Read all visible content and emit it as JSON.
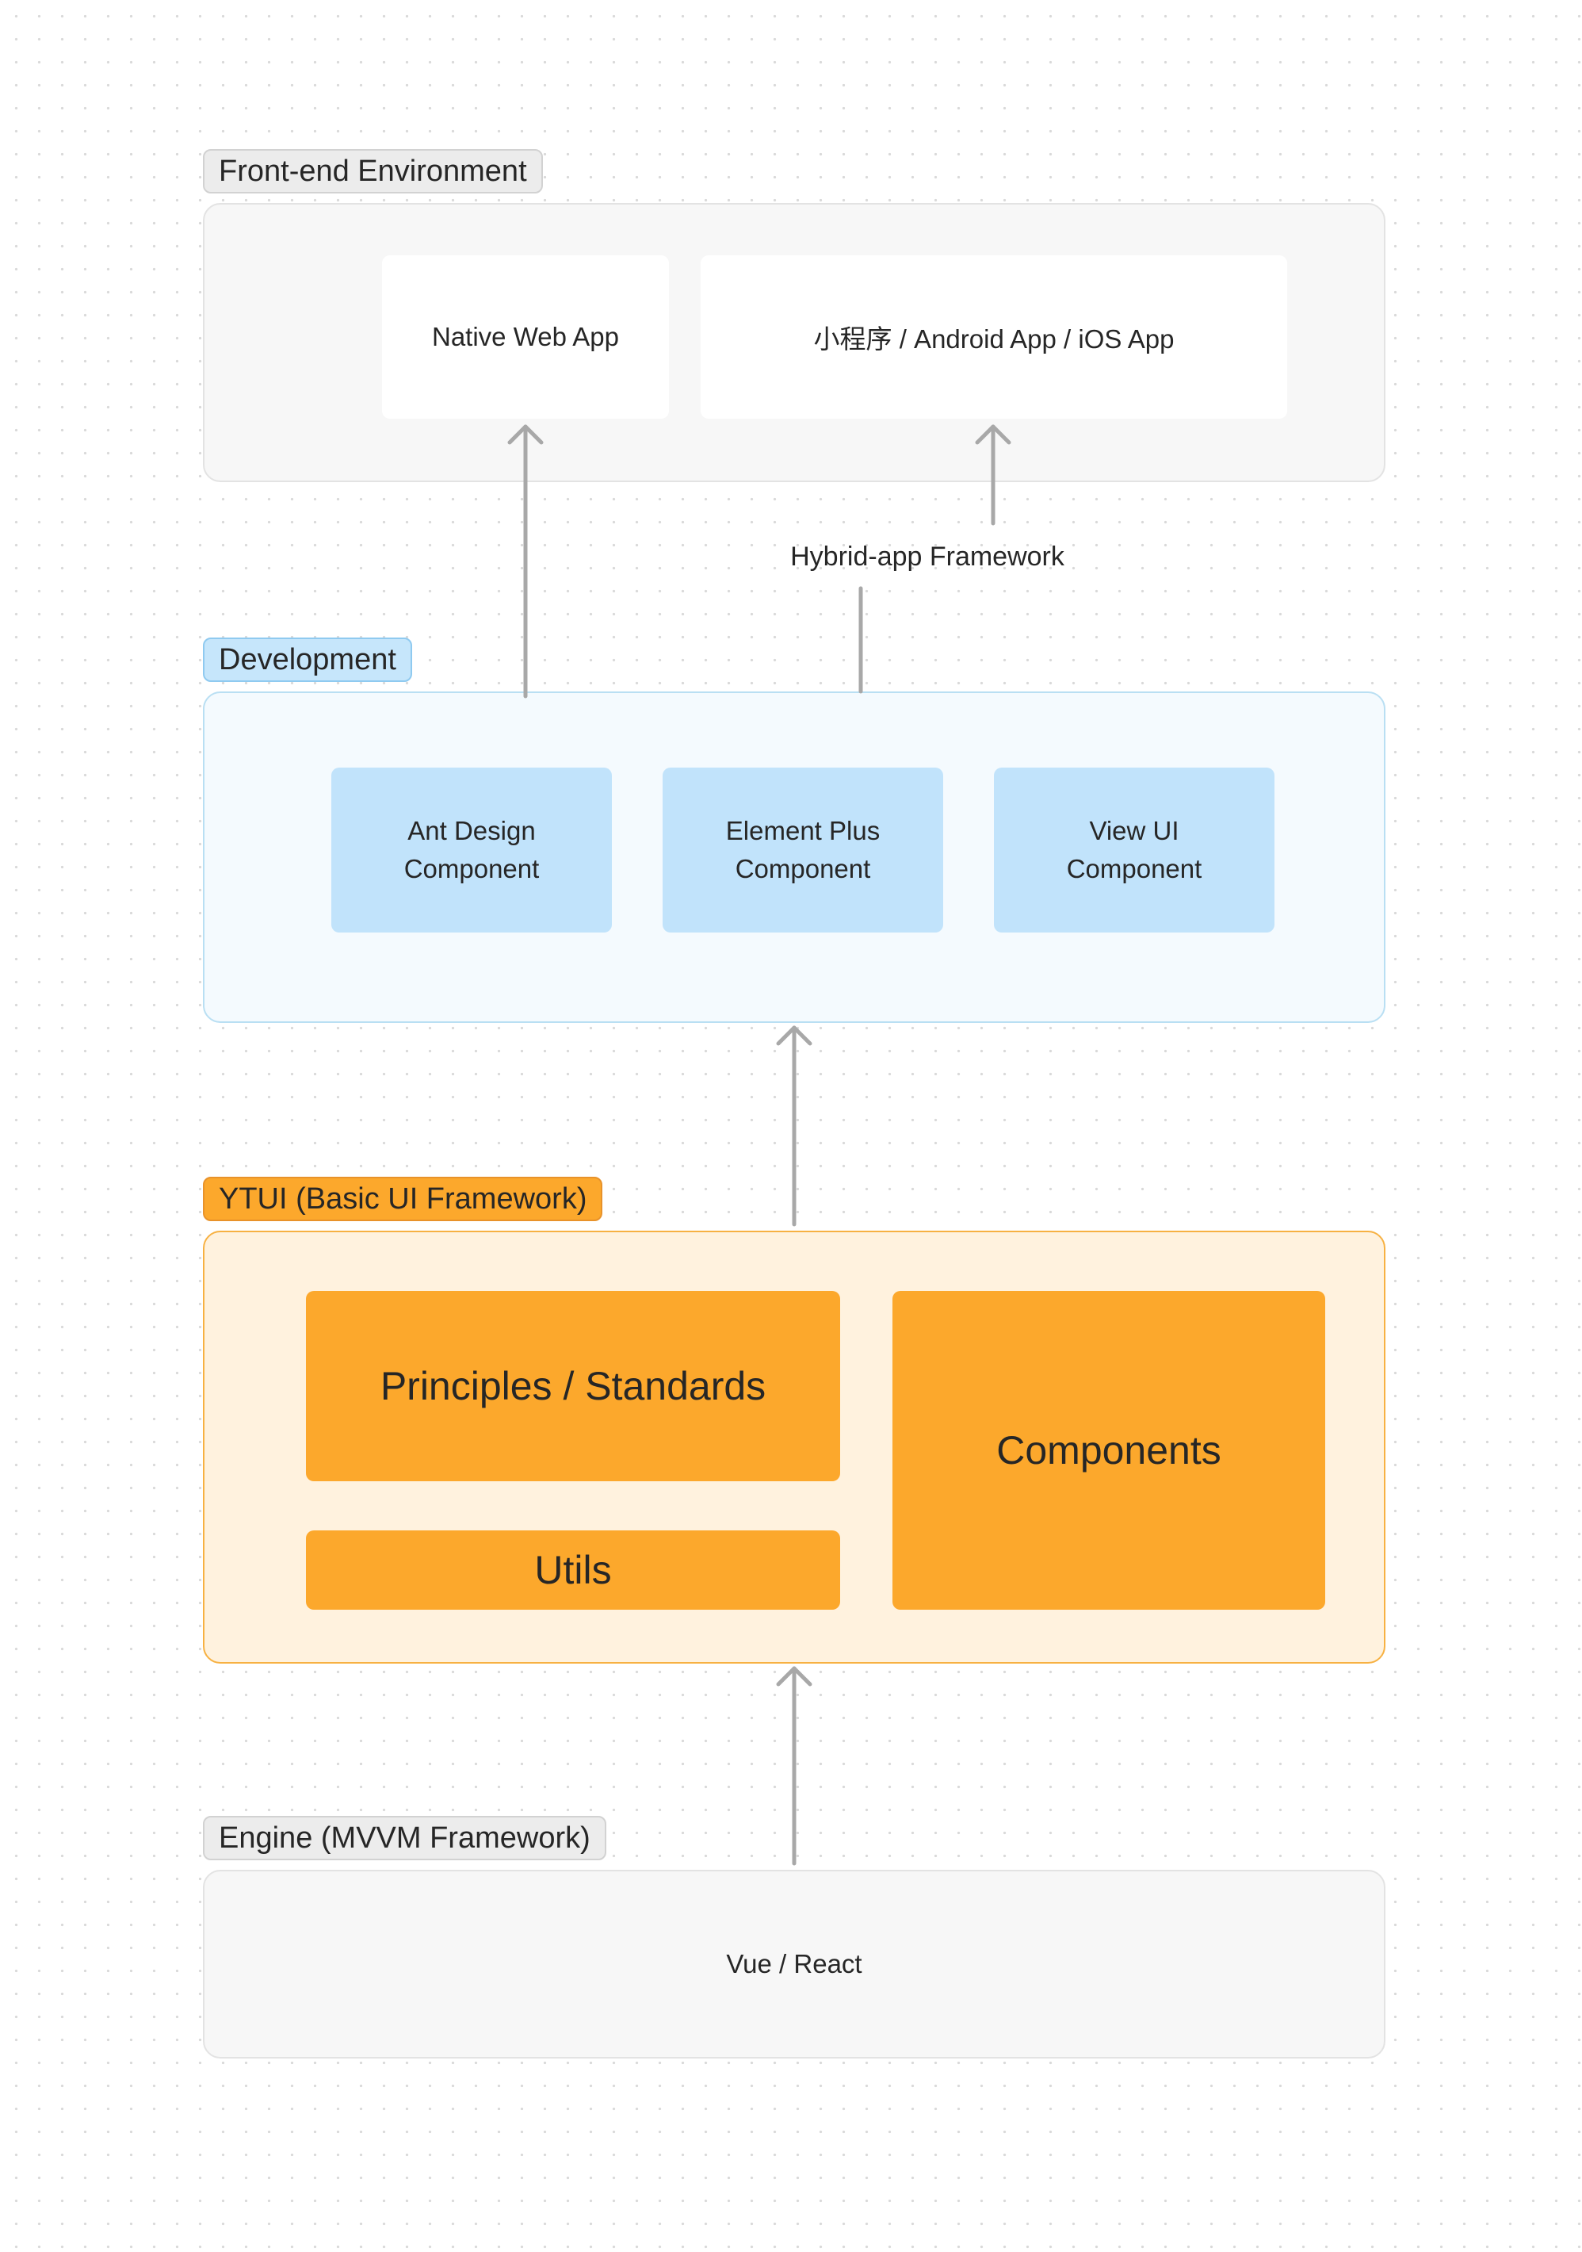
{
  "colors": {
    "gray_panel_bg": "#f7f7f7",
    "gray_panel_border": "#e3e3e3",
    "blue_panel_bg": "#f4fafe",
    "blue_panel_border": "#b9dff3",
    "blue_box": "#c1e3fb",
    "orange_panel_bg": "#fff2de",
    "orange_panel_border": "#f7b142",
    "orange_box": "#fca82c",
    "connector": "#a8a8a8"
  },
  "layers": {
    "frontend": {
      "label": "Front-end Environment",
      "boxes": [
        "Native Web App",
        "小程序 / Android App / iOS App"
      ]
    },
    "hybrid_caption": "Hybrid-app Framework",
    "development": {
      "label": "Development",
      "boxes": [
        {
          "line1": "Ant Design",
          "line2": "Component"
        },
        {
          "line1": "Element Plus",
          "line2": "Component"
        },
        {
          "line1": "View UI",
          "line2": "Component"
        }
      ]
    },
    "ytui": {
      "label": "YTUI (Basic UI Framework)",
      "principles": "Principles / Standards",
      "utils": "Utils",
      "components": "Components"
    },
    "engine": {
      "label": "Engine (MVVM Framework)",
      "content": "Vue / React"
    }
  }
}
